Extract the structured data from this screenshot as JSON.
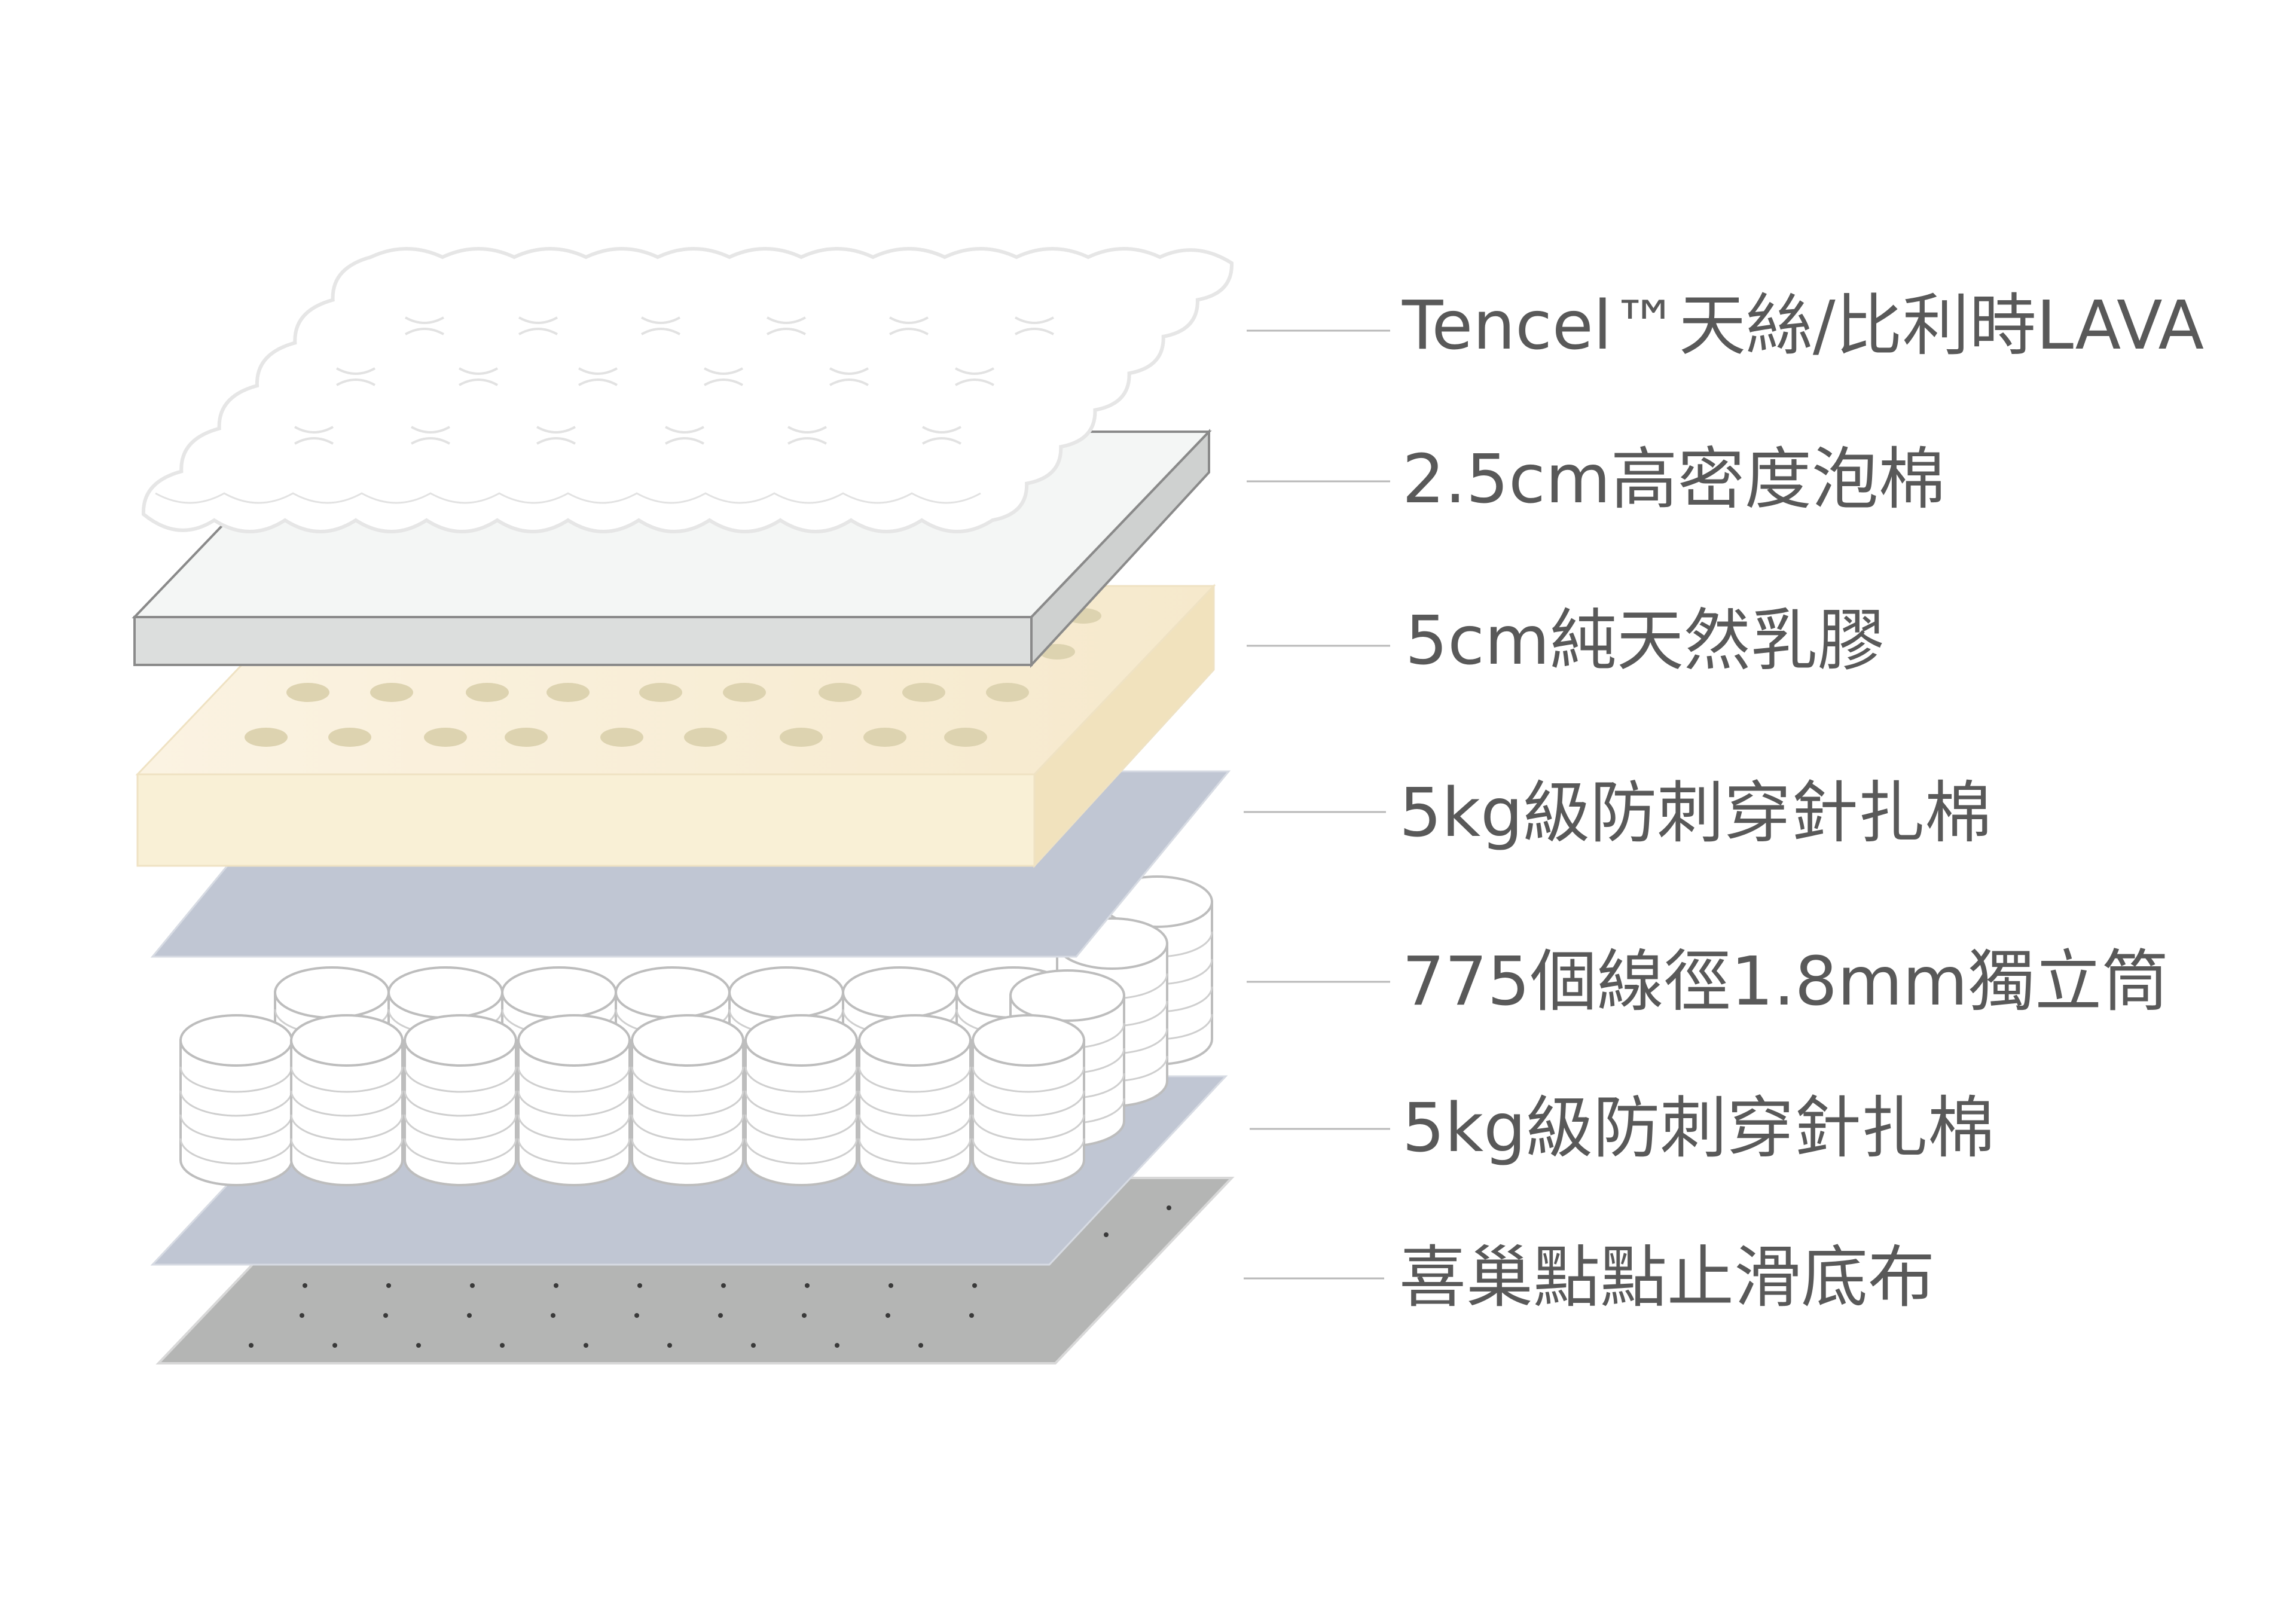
{
  "layers": [
    {
      "label": "Tencel™天絲/比利時LAVA",
      "color": "#ffffff"
    },
    {
      "label": "2.5cm高密度泡棉",
      "color": "#f3f5f4"
    },
    {
      "label": "5cm純天然乳膠",
      "color": "#f9f0dd"
    },
    {
      "label": "5kg級防刺穿針扎棉",
      "color": "#c0c6d3"
    },
    {
      "label": "775個線徑1.8mm獨立筒",
      "color": "#ffffff"
    },
    {
      "label": "5kg級防刺穿針扎棉",
      "color": "#c0c6d3"
    },
    {
      "label": "喜巢點點止滑底布",
      "color": "#b4b5b4"
    }
  ]
}
